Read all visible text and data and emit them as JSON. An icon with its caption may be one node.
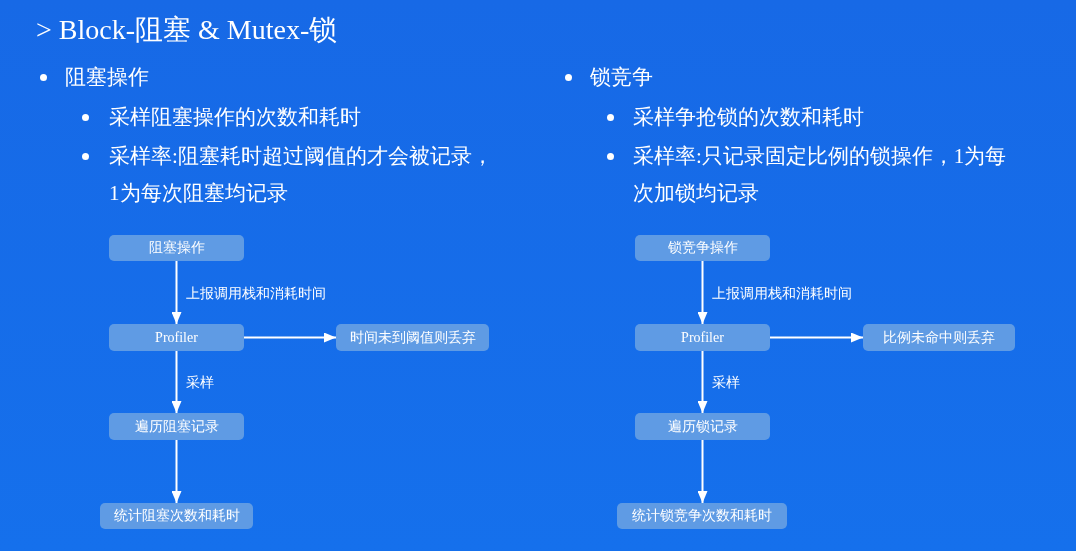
{
  "diagram": {
    "title": "> Block-阻塞 & Mutex-锁",
    "nodes": [
      {
        "text": [
          "阻塞操作"
        ]
      },
      {
        "text": [
          "Profiler"
        ]
      },
      {
        "text": [
          "时间未到阈值则丢弃"
        ]
      },
      {
        "text": [
          "遍历阻塞记录"
        ]
      },
      {
        "text": [
          "统计阻塞次数和耗时"
        ]
      },
      {
        "text": [
          "锁竞争操作"
        ]
      },
      {
        "text": [
          "Profiler"
        ]
      },
      {
        "text": [
          "比例未命中则丢弃"
        ]
      },
      {
        "text": [
          "遍历锁记录"
        ]
      },
      {
        "text": [
          "统计锁竞争次数和耗时"
        ]
      }
    ],
    "edges": [
      {
        "from": 0,
        "to": 1,
        "arrow": "to",
        "label": "上报调用栈和消耗时间"
      },
      {
        "from": 1,
        "to": 2,
        "arrow": "to"
      },
      {
        "from": 1,
        "to": 3,
        "arrow": "to",
        "label": "采样"
      },
      {
        "from": 3,
        "to": 4,
        "arrow": "to"
      },
      {
        "from": 5,
        "to": 6,
        "arrow": "to",
        "label": "上报调用栈和消耗时间"
      },
      {
        "from": 6,
        "to": 7,
        "arrow": "to"
      },
      {
        "from": 6,
        "to": 8,
        "arrow": "to",
        "label": "采样"
      },
      {
        "from": 8,
        "to": 9,
        "arrow": "to"
      }
    ],
    "labels": [
      "阻塞操作",
      "采样阻塞操作的次数和耗时",
      "采样率:阻塞耗时超过阈值的才会被记录，1为每次阻塞均记录",
      "锁竞争",
      "采样争抢锁的次数和耗时",
      "采样率:只记录固定比例的锁操作，1为每次加锁均记录"
    ]
  }
}
